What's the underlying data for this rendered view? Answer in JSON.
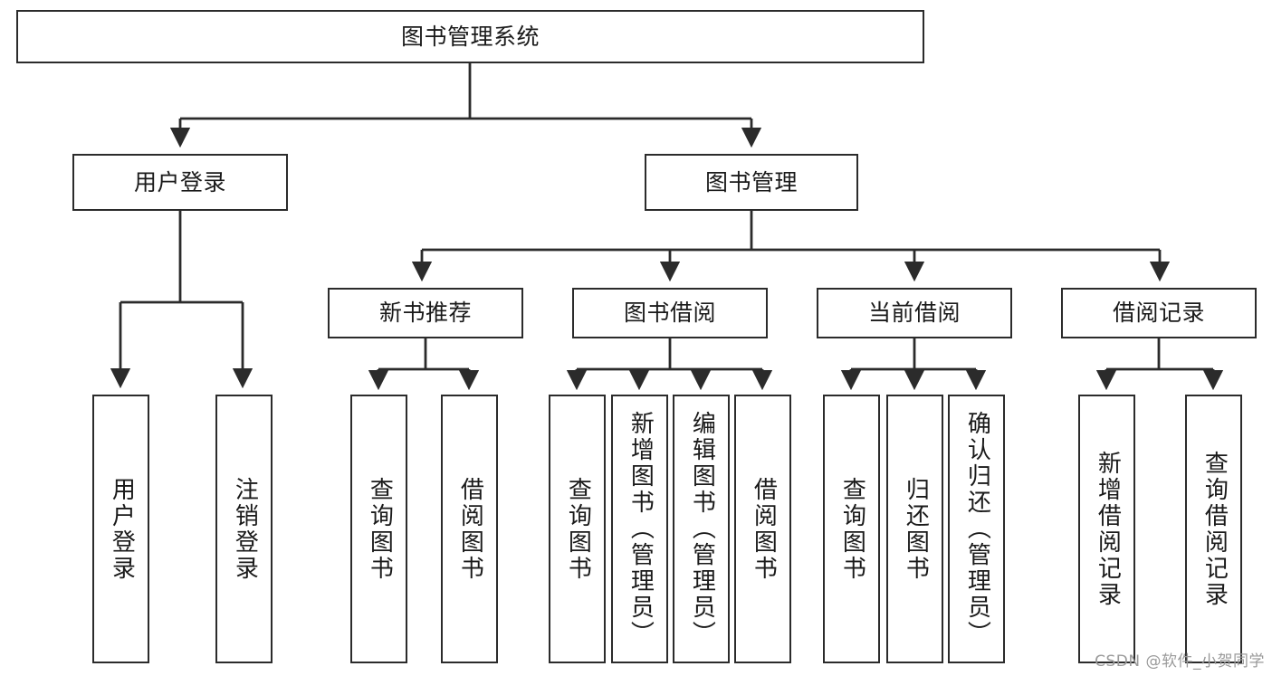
{
  "diagram": {
    "title": "图书管理系统",
    "watermark": "CSDN @软件_小贺同学",
    "accent_color": "#2b2b2b",
    "background_color": "#ffffff",
    "nodes": {
      "root": {
        "label": "图书管理系统"
      },
      "level1": [
        {
          "id": "user-login",
          "label": "用户登录"
        },
        {
          "id": "book-manage",
          "label": "图书管理"
        }
      ],
      "level2": [
        {
          "id": "new-book-recommend",
          "label": "新书推荐"
        },
        {
          "id": "book-borrow",
          "label": "图书借阅"
        },
        {
          "id": "current-borrow",
          "label": "当前借阅"
        },
        {
          "id": "borrow-record",
          "label": "借阅记录"
        }
      ],
      "leaves": [
        {
          "id": "leaf-user-login",
          "label": "用户登录"
        },
        {
          "id": "leaf-logout-login",
          "label": "注销登录"
        },
        {
          "id": "leaf-query-book-1",
          "label": "查询图书"
        },
        {
          "id": "leaf-borrow-book-1",
          "label": "借阅图书"
        },
        {
          "id": "leaf-query-book-2",
          "label": "查询图书"
        },
        {
          "id": "leaf-add-book",
          "label": "新增图书（管理员）"
        },
        {
          "id": "leaf-edit-book",
          "label": "编辑图书（管理员）"
        },
        {
          "id": "leaf-borrow-book-2",
          "label": "借阅图书"
        },
        {
          "id": "leaf-query-book-3",
          "label": "查询图书"
        },
        {
          "id": "leaf-return-book",
          "label": "归还图书"
        },
        {
          "id": "leaf-confirm-return",
          "label": "确认归还（管理员）"
        },
        {
          "id": "leaf-add-record",
          "label": "新增借阅记录"
        },
        {
          "id": "leaf-query-record",
          "label": "查询借阅记录"
        }
      ]
    }
  }
}
